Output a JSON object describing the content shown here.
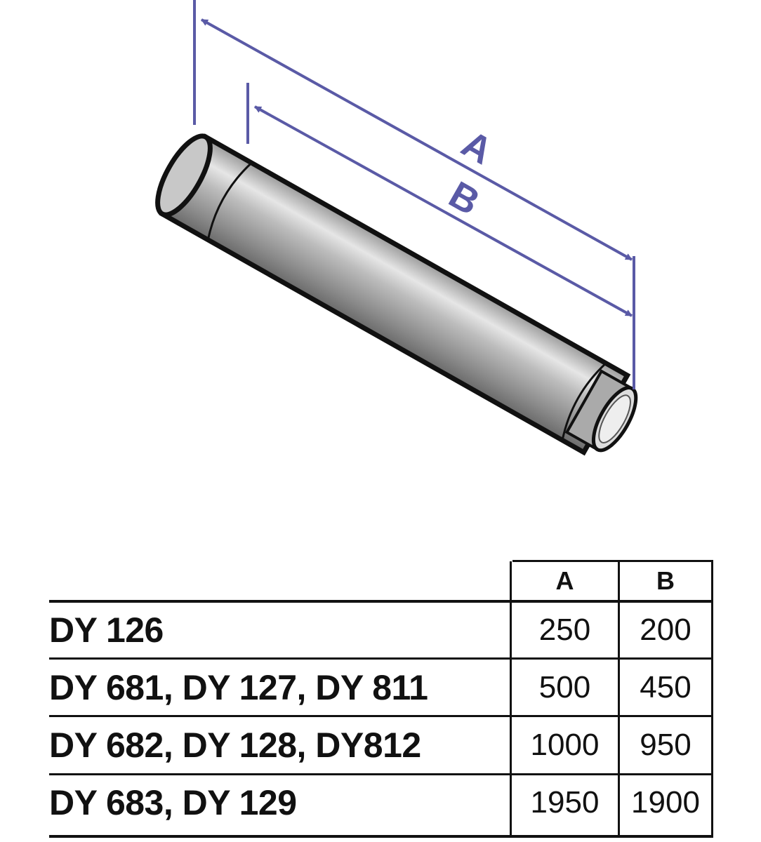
{
  "diagram": {
    "dimension_labels": {
      "a": "A",
      "b": "B"
    },
    "dimension_color": "#5a5aa6"
  },
  "table": {
    "headers": [
      "A",
      "B"
    ],
    "rows": [
      {
        "model": "DY 126",
        "a": "250",
        "b": "200"
      },
      {
        "model": "DY 681, DY 127, DY 811",
        "a": "500",
        "b": "450"
      },
      {
        "model": "DY 682, DY 128, DY812",
        "a": "1000",
        "b": "950"
      },
      {
        "model": "DY 683, DY 129",
        "a": "1950",
        "b": "1900"
      }
    ]
  }
}
